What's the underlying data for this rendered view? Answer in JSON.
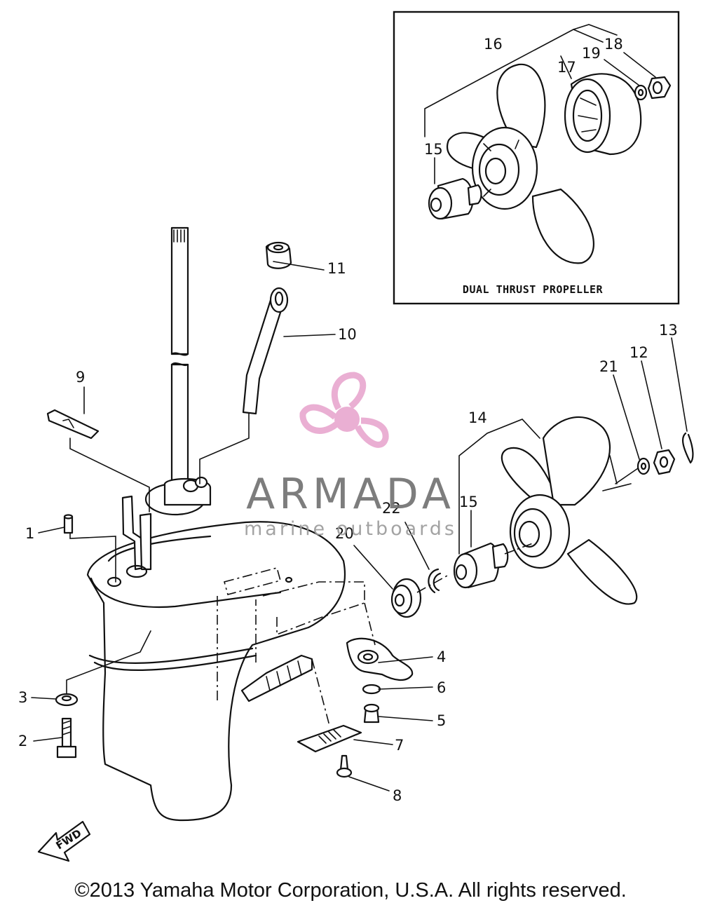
{
  "inset": {
    "title": "DUAL THRUST PROPELLER"
  },
  "watermark": {
    "brand": "ARMADA",
    "tagline": "marine outboards",
    "color": "#e8a7cf"
  },
  "fwd_label": "FWD",
  "copyright": "©2013 Yamaha Motor Corporation, U.S.A. All rights reserved.",
  "callouts": {
    "c1": "1",
    "c2": "2",
    "c3": "3",
    "c4": "4",
    "c5": "5",
    "c6": "6",
    "c7": "7",
    "c8": "8",
    "c9": "9",
    "c10": "10",
    "c11": "11",
    "c12": "12",
    "c13": "13",
    "c14": "14",
    "c15a": "15",
    "c15b": "15",
    "c16": "16",
    "c17": "17",
    "c18": "18",
    "c19": "19",
    "c20": "20",
    "c21": "21",
    "c22": "22"
  }
}
